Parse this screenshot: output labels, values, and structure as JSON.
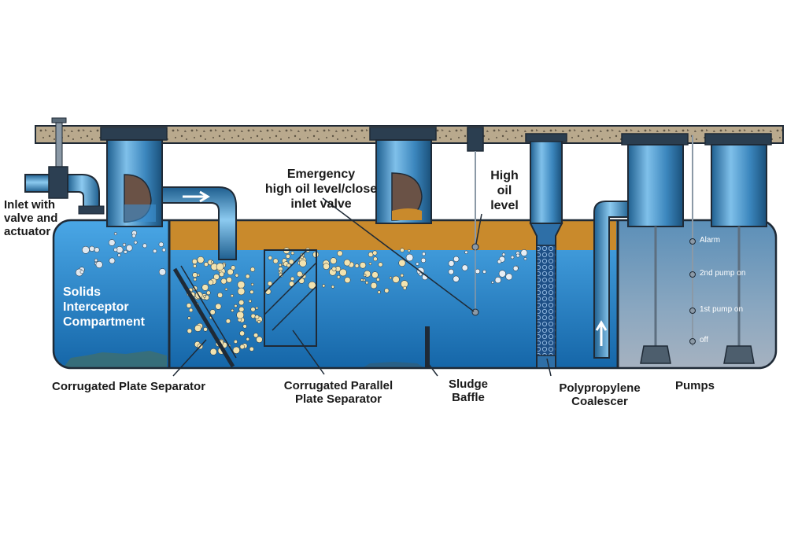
{
  "labels": {
    "inlet": "Inlet with\nvalve and\nactuator",
    "solids": "Solids\nInterceptor\nCompartment",
    "emergency": "Emergency\nhigh oil level/close\ninlet valve",
    "high_oil": "High\noil\nlevel",
    "corrugated_plate": "Corrugated Plate Separator",
    "corrugated_parallel": "Corrugated Parallel\nPlate Separator",
    "sludge_baffle": "Sludge\nBaffle",
    "coalescer": "Polypropylene\nCoalescer",
    "pumps": "Pumps"
  },
  "pump_levels": {
    "alarm": "Alarm",
    "pump2": "2nd pump on",
    "pump1": "1st pump on",
    "off": "off"
  },
  "colors": {
    "water": "#1f7fc4",
    "oil": "#c98a2c",
    "concrete": "#b7a68a",
    "outline": "#1f2a36",
    "pipe": "#3a88bd"
  }
}
